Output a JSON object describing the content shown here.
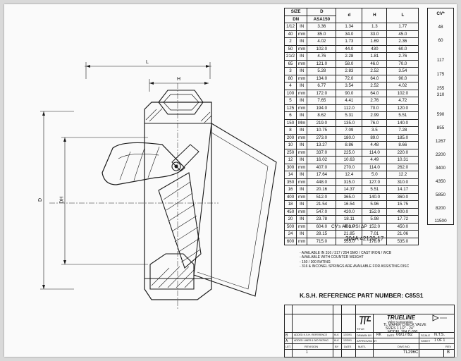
{
  "table": {
    "headers": [
      "SIZE",
      "D",
      "d",
      "H",
      "L"
    ],
    "subheaders": [
      "DN",
      "ASA150"
    ],
    "rows": [
      [
        "1/12",
        "IN",
        "3.36",
        "1.34",
        "1.3",
        "1.77"
      ],
      [
        "40",
        "mm",
        "85.0",
        "34.0",
        "33.0",
        "45.0"
      ],
      [
        "2",
        "IN",
        "4.02",
        "1.73",
        "1.69",
        "2.36"
      ],
      [
        "50",
        "mm",
        "102.0",
        "44.0",
        "430",
        "60.0"
      ],
      [
        "21/2",
        "IN",
        "4.76",
        "2.28",
        "1.81",
        "2.76"
      ],
      [
        "65",
        "mm",
        "121.0",
        "58.0",
        "46.0",
        "70.0"
      ],
      [
        "3",
        "IN",
        "5.28",
        "2.83",
        "2.52",
        "3.54"
      ],
      [
        "80",
        "mm",
        "134.0",
        "72.0",
        "64.0",
        "90.0"
      ],
      [
        "4",
        "IN",
        "6.77",
        "3.54",
        "2.52",
        "4.02"
      ],
      [
        "100",
        "mm",
        "172.0",
        "90.0",
        "64.0",
        "102.0"
      ],
      [
        "5",
        "IN",
        "7.65",
        "4.41",
        "2.76",
        "4.72"
      ],
      [
        "125",
        "mm",
        "194.0",
        "112.0",
        "70.0",
        "120.0"
      ],
      [
        "6",
        "IN",
        "8.62",
        "5.31",
        "2.99",
        "5.51"
      ],
      [
        "150",
        "Mm",
        "219.0",
        "135.0",
        "76.0",
        "140.0"
      ],
      [
        "8",
        "IN",
        "10.75",
        "7.09",
        "3.5",
        "7.28"
      ],
      [
        "200",
        "mm",
        "273.0",
        "180.0",
        "89.0",
        "185.0"
      ],
      [
        "10",
        "IN",
        "13.27",
        "8.86",
        "4.48",
        "8.66"
      ],
      [
        "250",
        "mm",
        "337.0",
        "225.0",
        "114.0",
        "220.0"
      ],
      [
        "12",
        "IN",
        "16.02",
        "10.63",
        "4.49",
        "10.31"
      ],
      [
        "300",
        "mm",
        "407.0",
        "270.0",
        "114.0",
        "262.0"
      ],
      [
        "14",
        "IN",
        "17.64",
        "12.4",
        "5.0",
        "12.2"
      ],
      [
        "350",
        "mm",
        "448.0",
        "315.0",
        "127.0",
        "310.0"
      ],
      [
        "16",
        "IN",
        "20.16",
        "14.37",
        "5.51",
        "14.17"
      ],
      [
        "400",
        "mm",
        "512.0",
        "365.0",
        "140.0",
        "360.0"
      ],
      [
        "18",
        "IN",
        "21.54",
        "16.54",
        "5.96",
        "15.75"
      ],
      [
        "450",
        "mm",
        "547.0",
        "420.0",
        "152.0",
        "400.0"
      ],
      [
        "20",
        "IN",
        "23.78",
        "18.11",
        "5.98",
        "17.72"
      ],
      [
        "500",
        "mm",
        "604.0",
        "480.0",
        "152.0",
        "450.0"
      ],
      [
        "24",
        "IN",
        "28.15",
        "21.85",
        "7.01",
        "21.06"
      ],
      [
        "600",
        "mm",
        "715.0",
        "555.0",
        "178.0",
        "535.0"
      ]
    ],
    "cv_header": "CV*",
    "cv_values": [
      "48",
      "60",
      "117",
      "175",
      "255",
      "310",
      "590",
      "855",
      "1267",
      "2200",
      "3400",
      "4350",
      "5850",
      "8200",
      "11500"
    ],
    "footnote": "CV's AT 1 PSI ΔP"
  },
  "drawing": {
    "dim_L": "L",
    "dim_H": "H",
    "dim_D": "D",
    "dim_DH": "DH"
  },
  "part_code": "304A 42120-17",
  "notes": [
    "- AVAILABLE IN 316 / 317 / 254 SMO / CAST IRON / WCB",
    "- AVAILABLE WITH COUNTER WEIGHT",
    "- 150 / 300 RATING",
    "- 316 & INCONEL SPRINGS ARE AVAILABLE FOR ASSISTING DISC"
  ],
  "reference": "K.S.H. REFERENCE PART NUMBER: C85S1",
  "title_block": {
    "company": "TRUELINE",
    "company_sub": "Valve Corporation",
    "title_lines": [
      "TL WAFER CHECK VALVE",
      "SIZES 1 1/2\" - 24\"",
      "MODEL 304 C-300"
    ],
    "title_label": "TITLE",
    "drawn_by": "DRAWN BY",
    "drawn_value": "RK",
    "date_label": "DATE",
    "date_value": "06/17/92",
    "scale_label": "SCALE",
    "scale_value": "N.T.S.",
    "approved": "APPROVED BY",
    "sheet_label": "SHEET",
    "sheet_value": "1 OF 1",
    "dwg_label": "DWG NO.",
    "dwg_value": "TL296C",
    "rev_label": "REV",
    "rev_value": "B",
    "revision_label": "REVISION",
    "by_label": "BY",
    "date_col": "DATE",
    "matl_label": "MAT'L",
    "ltr_label": "LET.",
    "rev_rows": [
      [
        "B",
        "ADDED K.S.H. REFERENCE",
        "KLK",
        "12/3/91"
      ],
      [
        "A",
        "ADDED LINER & 300 RATING",
        "KLK",
        "12/3/91"
      ]
    ],
    "ltr_value": "1"
  }
}
